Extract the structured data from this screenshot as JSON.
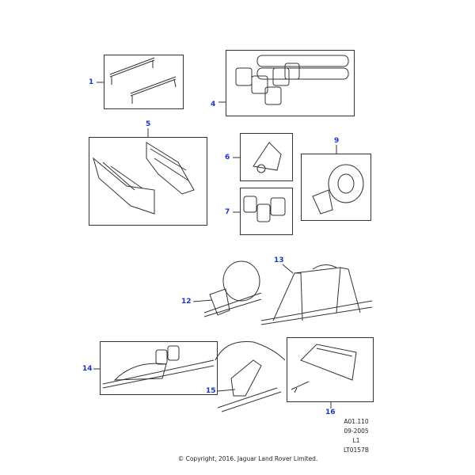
{
  "callouts": {
    "p1": "1",
    "p4": "4",
    "p5": "5",
    "p6": "6",
    "p7": "7",
    "p9": "9",
    "p12": "12",
    "p13": "13",
    "p14": "14",
    "p15": "15",
    "p16": "16"
  },
  "meta": {
    "ref": "A01.110",
    "date": "09-2005",
    "level": "L1",
    "code": "LT0157B"
  },
  "copyright": "© Copyright, 2016. Jaguar Land Rover Limited.",
  "colors": {
    "callout": "#1a33d9",
    "line": "#333333"
  }
}
